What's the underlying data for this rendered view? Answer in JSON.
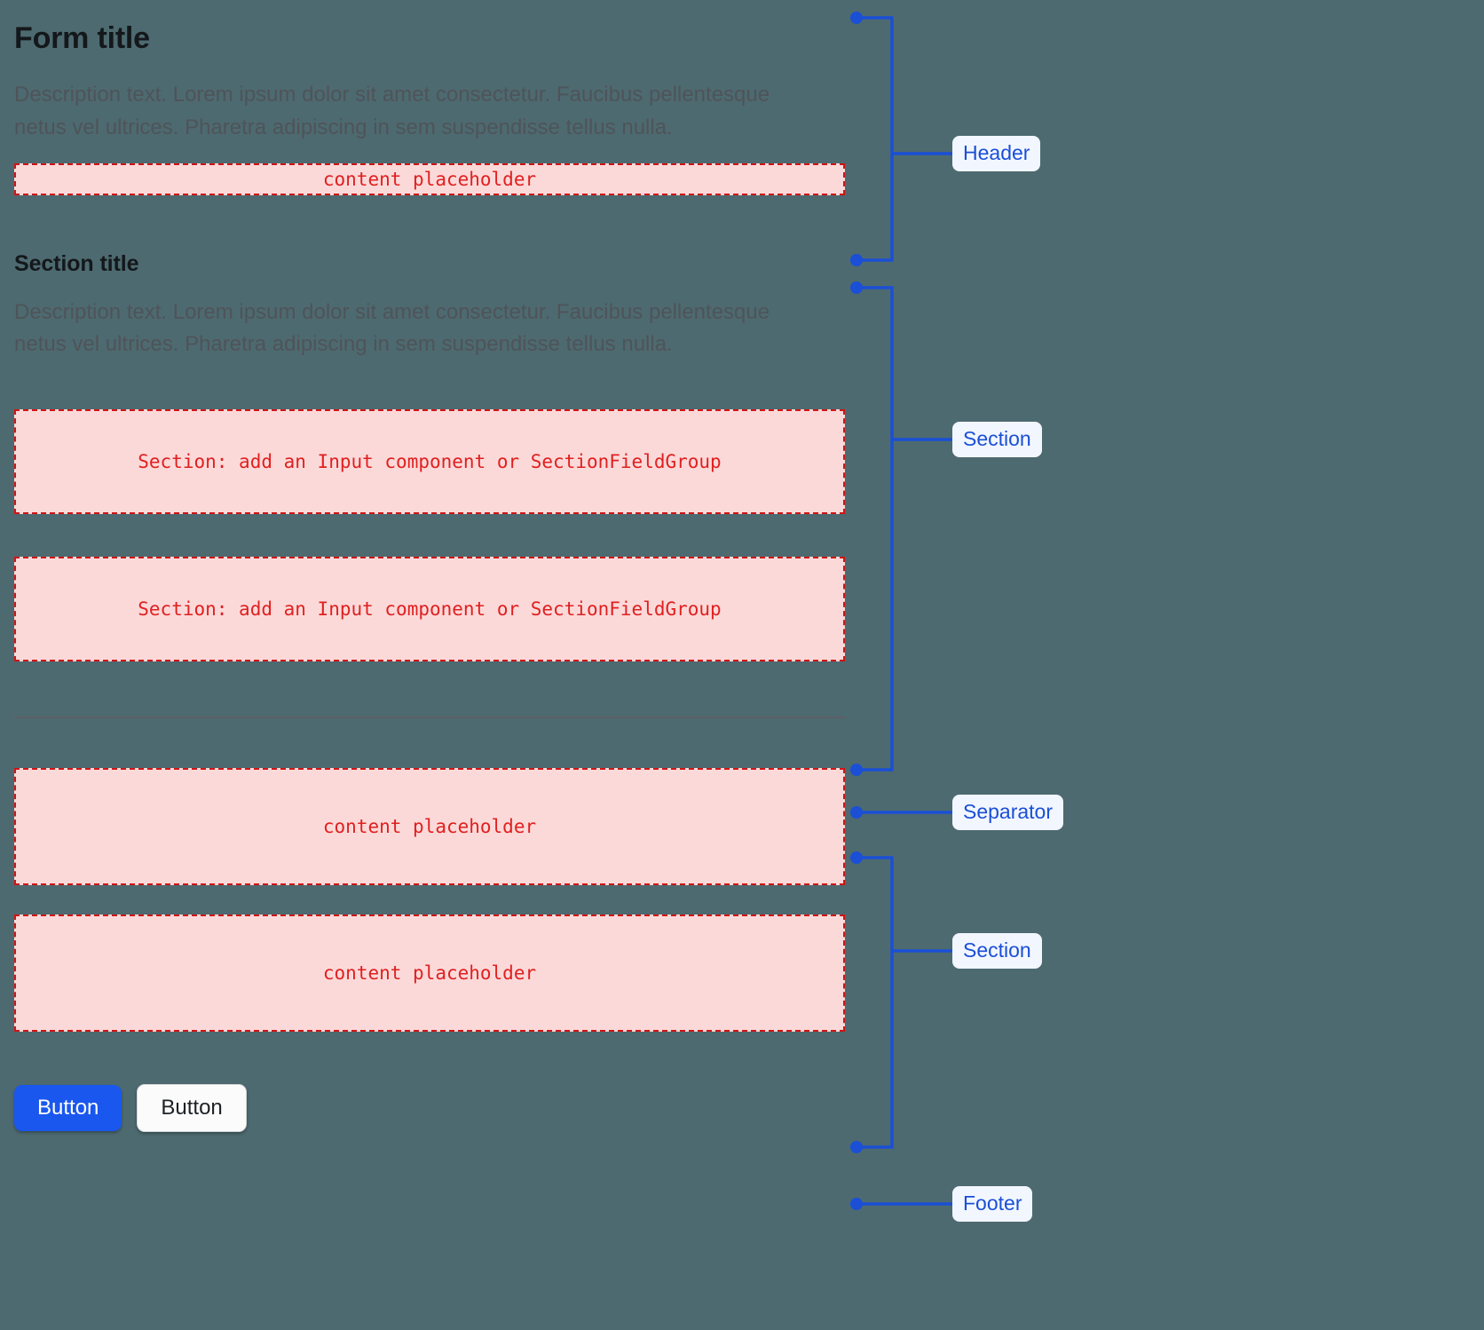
{
  "page": {
    "background_color": "#4d6a70",
    "accent_color": "#1a57ef",
    "annotation_color": "#1a4fd6",
    "placeholder_color": "#e02020",
    "placeholder_fill": "#fcd9d9"
  },
  "header": {
    "title": "Form title",
    "description": "Description text. Lorem ipsum dolor sit amet consectetur. Faucibus pellentesque netus vel ultrices. Pharetra adipiscing in sem suspendisse tellus nulla.",
    "placeholder": "content placeholder"
  },
  "section_one": {
    "title": "Section title",
    "description": "Description text. Lorem ipsum dolor sit amet consectetur. Faucibus pellentesque netus vel ultrices. Pharetra adipiscing in sem suspendisse tellus nulla.",
    "placeholders": [
      "Section: add an Input component or SectionFieldGroup",
      "Section: add an Input component or SectionFieldGroup"
    ]
  },
  "section_two": {
    "placeholders": [
      "content placeholder",
      "content placeholder"
    ]
  },
  "footer": {
    "primary_button": "Button",
    "secondary_button": "Button"
  },
  "annotations": [
    {
      "label": "Header",
      "kind": "bracket"
    },
    {
      "label": "Section",
      "kind": "bracket"
    },
    {
      "label": "Separator",
      "kind": "single"
    },
    {
      "label": "Section",
      "kind": "bracket"
    },
    {
      "label": "Footer",
      "kind": "single"
    }
  ]
}
